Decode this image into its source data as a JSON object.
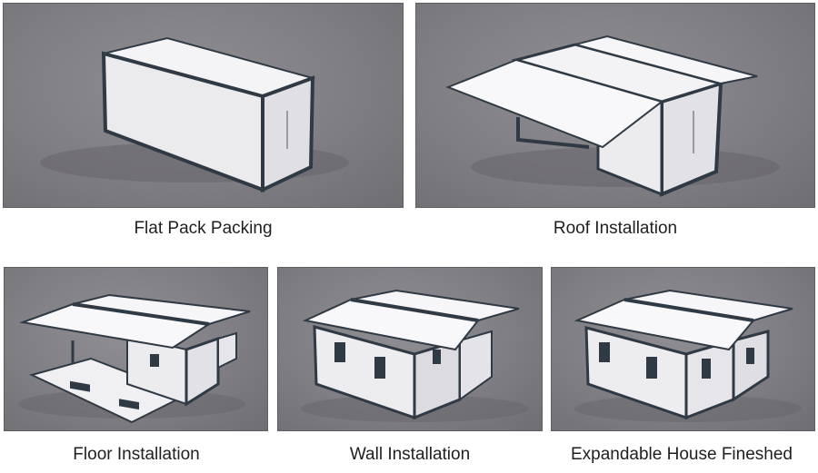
{
  "captions": {
    "flat_pack": "Flat Pack Packing",
    "roof": "Roof Installation",
    "floor": "Floor Installation",
    "wall": "Wall Installation",
    "finished": "Expandable House Fineshed"
  },
  "colors": {
    "background": "#ffffff",
    "panel": "#86858a",
    "wall": "#f2f2f4",
    "frame": "#2f3a44"
  }
}
